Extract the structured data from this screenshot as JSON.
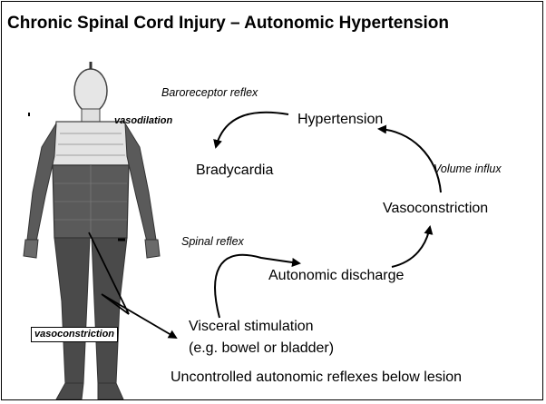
{
  "title": "Chronic Spinal Cord Injury – Autonomic Hypertension",
  "labels": {
    "baroreceptor_reflex": "Baroreceptor reflex",
    "hypertension": "Hypertension",
    "bradycardia": "Bradycardia",
    "volume_influx": "Volume influx",
    "vasoconstriction": "Vasoconstriction",
    "spinal_reflex": "Spinal reflex",
    "autonomic_discharge": "Autonomic discharge",
    "visceral_stimulation": "Visceral stimulation",
    "visceral_example": "(e.g. bowel or bladder)",
    "footer": "Uncontrolled autonomic reflexes below lesion",
    "body_vasodilation": "vasodilation",
    "body_vasoconstriction": "vasoconstriction"
  },
  "colors": {
    "body_upper": "#dcdcdc",
    "body_lower": "#555555",
    "ink": "#000000"
  },
  "icons": [
    "dermatome-body-figure"
  ]
}
